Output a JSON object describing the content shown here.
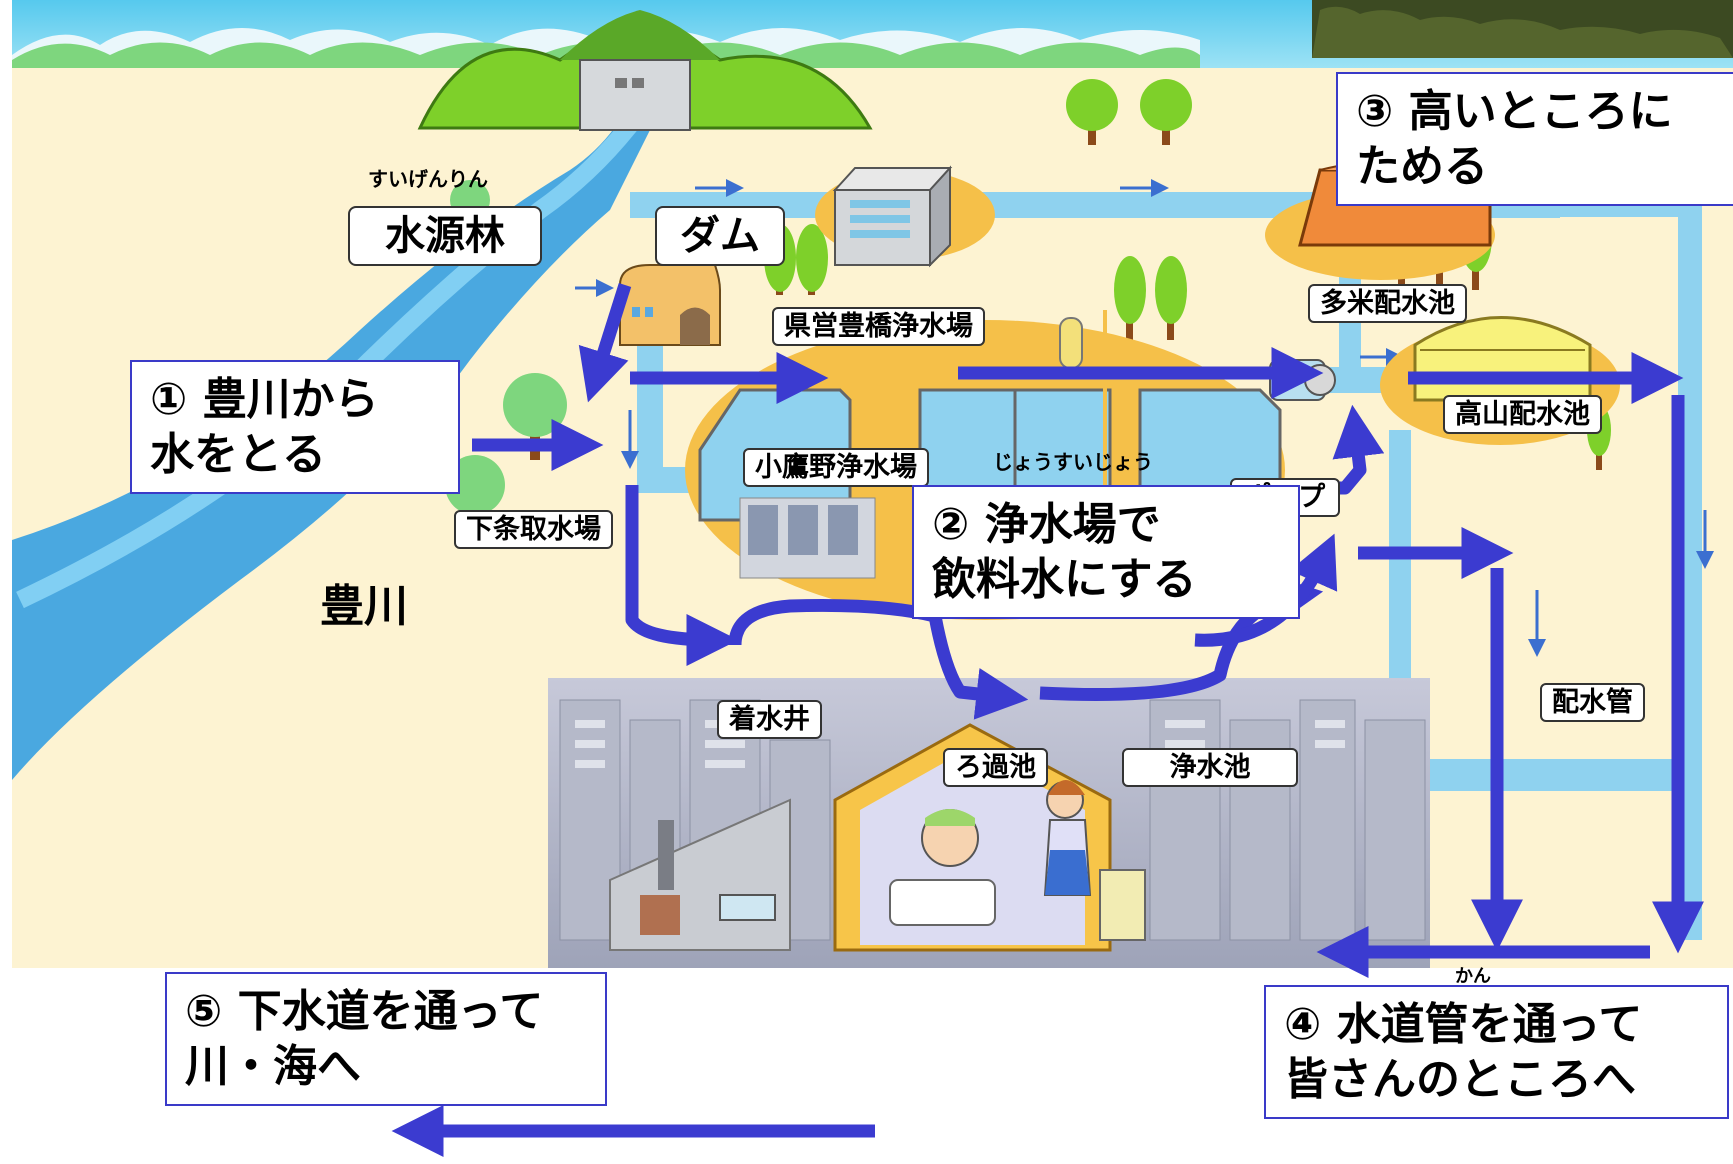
{
  "labels": {
    "suigenrin": "水源林",
    "suigenrin_ruby": "すいげんりん",
    "dam": "ダム",
    "kenei_toyohashi": "県営豊橋浄水場",
    "tame_haisuichi": "多米配水池",
    "takayama_haisuichi": "高山配水池",
    "shimojo_shusuijo": "下条取水場",
    "kotakano_josuijo": "小鷹野浄水場",
    "josuijo_ruby": "じょうすいじょう",
    "chakusuisei": "着水井",
    "roka_chi": "ろ過池",
    "josui_chi": "浄水池",
    "haisuikan": "配水管",
    "kan_ruby": "かん",
    "toyokawa": "豊川",
    "pump_partial": "ポンプ"
  },
  "steps": {
    "step1": [
      "① 豊川から",
      "水をとる"
    ],
    "step2": [
      "② 浄水場で",
      "飲料水にする"
    ],
    "step3": [
      "③ 高いところに",
      "ためる"
    ],
    "step4": [
      "④ 水道管を通って",
      "皆さんのところへ"
    ],
    "step5": [
      "⑤ 下水道を通って",
      "川・海へ"
    ]
  },
  "colors": {
    "flow_arrow": "#3b3bd0",
    "water": "#8fd2ef",
    "river": "#4aa8e0",
    "ground": "#fdf3d2",
    "hill": "#7ed02a",
    "plant_base": "#f5c049",
    "roof_yellow": "#f8f27c",
    "reservoir_orange": "#f08a3a"
  }
}
